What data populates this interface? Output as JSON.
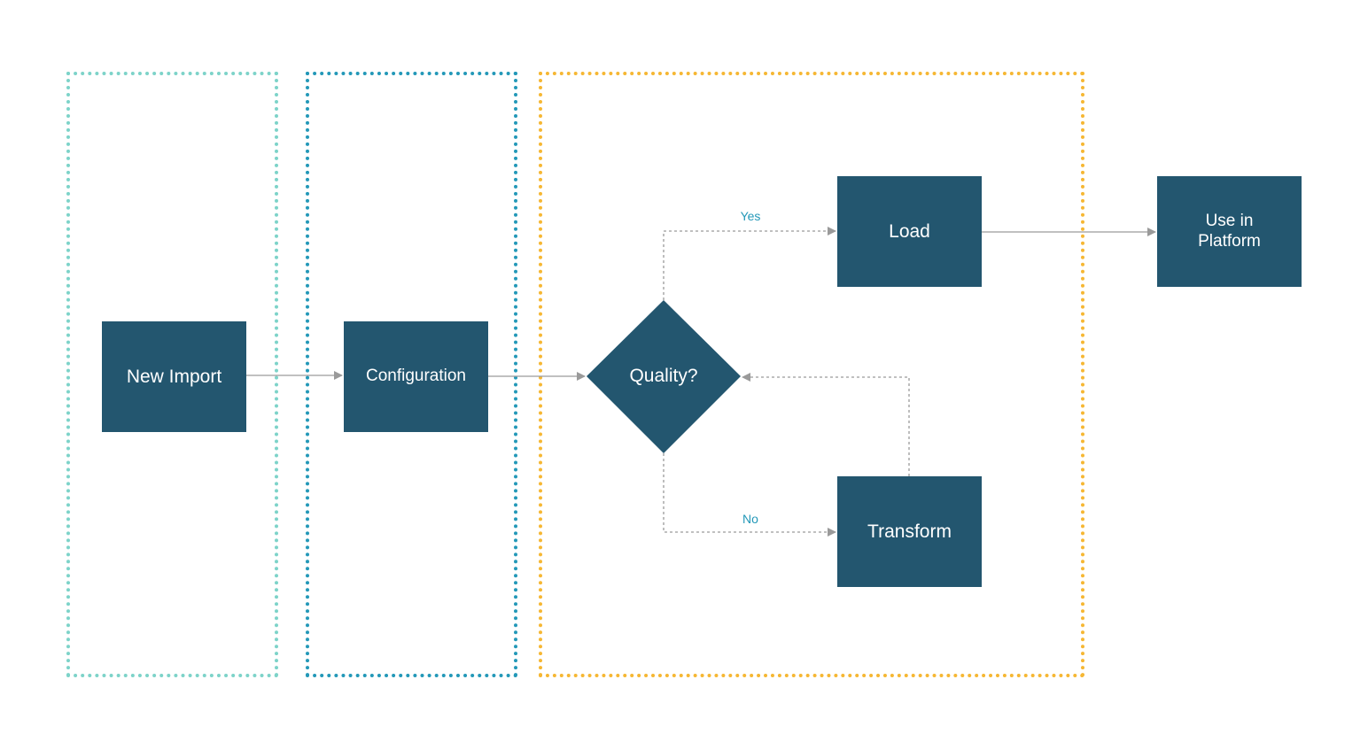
{
  "diagram": {
    "nodes": {
      "new_import": "New Import",
      "configuration": "Configuration",
      "quality": "Quality?",
      "load": "Load",
      "transform": "Transform",
      "use_in_platform": "Use in\nPlatform"
    },
    "edge_labels": {
      "yes": "Yes",
      "no": "No"
    },
    "edges": [
      {
        "from": "new_import",
        "to": "configuration",
        "style": "solid"
      },
      {
        "from": "configuration",
        "to": "quality",
        "style": "solid"
      },
      {
        "from": "quality",
        "to": "load",
        "style": "dashed",
        "label": "yes"
      },
      {
        "from": "quality",
        "to": "transform",
        "style": "dashed",
        "label": "no"
      },
      {
        "from": "transform",
        "to": "quality",
        "style": "dashed"
      },
      {
        "from": "load",
        "to": "use_in_platform",
        "style": "solid"
      }
    ],
    "colors": {
      "node_fill": "#23566f",
      "node_text": "#ffffff",
      "zone_1_border": "#7dd3c9",
      "zone_2_border": "#2398b8",
      "zone_3_border": "#f6b733",
      "edge_line": "#9a9a9a",
      "edge_label": "#2398b8"
    }
  }
}
